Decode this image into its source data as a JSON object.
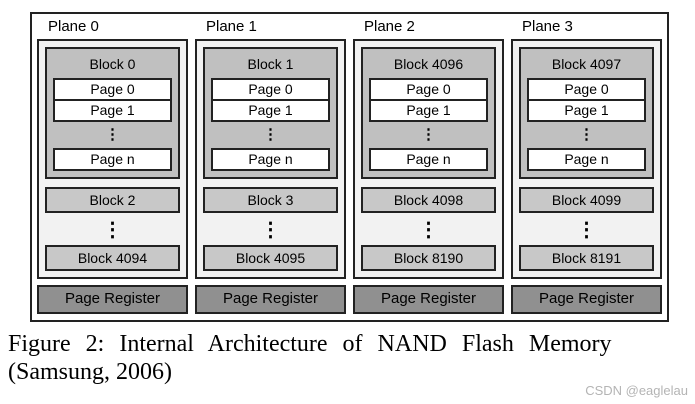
{
  "colors": {
    "frame_border": "#222222",
    "plane_bg": "#f2f2f2",
    "block_box_bg": "#c0c0c0",
    "block_bar_bg": "#c8c8c8",
    "page_register_bg": "#909090",
    "watermark_color": "#b4b4b4"
  },
  "diagram": {
    "planes": [
      {
        "label": "Plane 0",
        "top_block": {
          "label": "Block 0",
          "pages": [
            "Page 0",
            "Page 1"
          ],
          "ellipsis": "⋮",
          "page_n": "Page n"
        },
        "mid_block": "Block 2",
        "ellipsis": "⋮",
        "bottom_block": "Block 4094",
        "page_register": "Page Register"
      },
      {
        "label": "Plane 1",
        "top_block": {
          "label": "Block 1",
          "pages": [
            "Page 0",
            "Page 1"
          ],
          "ellipsis": "⋮",
          "page_n": "Page n"
        },
        "mid_block": "Block 3",
        "ellipsis": "⋮",
        "bottom_block": "Block 4095",
        "page_register": "Page Register"
      },
      {
        "label": "Plane 2",
        "top_block": {
          "label": "Block 4096",
          "pages": [
            "Page 0",
            "Page 1"
          ],
          "ellipsis": "⋮",
          "page_n": "Page n"
        },
        "mid_block": "Block 4098",
        "ellipsis": "⋮",
        "bottom_block": "Block 8190",
        "page_register": "Page Register"
      },
      {
        "label": "Plane 3",
        "top_block": {
          "label": "Block 4097",
          "pages": [
            "Page 0",
            "Page 1"
          ],
          "ellipsis": "⋮",
          "page_n": "Page n"
        },
        "mid_block": "Block 4099",
        "ellipsis": "⋮",
        "bottom_block": "Block 8191",
        "page_register": "Page Register"
      }
    ]
  },
  "caption": {
    "line1": "Figure 2: Internal Architecture of NAND Flash Memory",
    "line2": "(Samsung, 2006)"
  },
  "watermark": "CSDN @eaglelau"
}
